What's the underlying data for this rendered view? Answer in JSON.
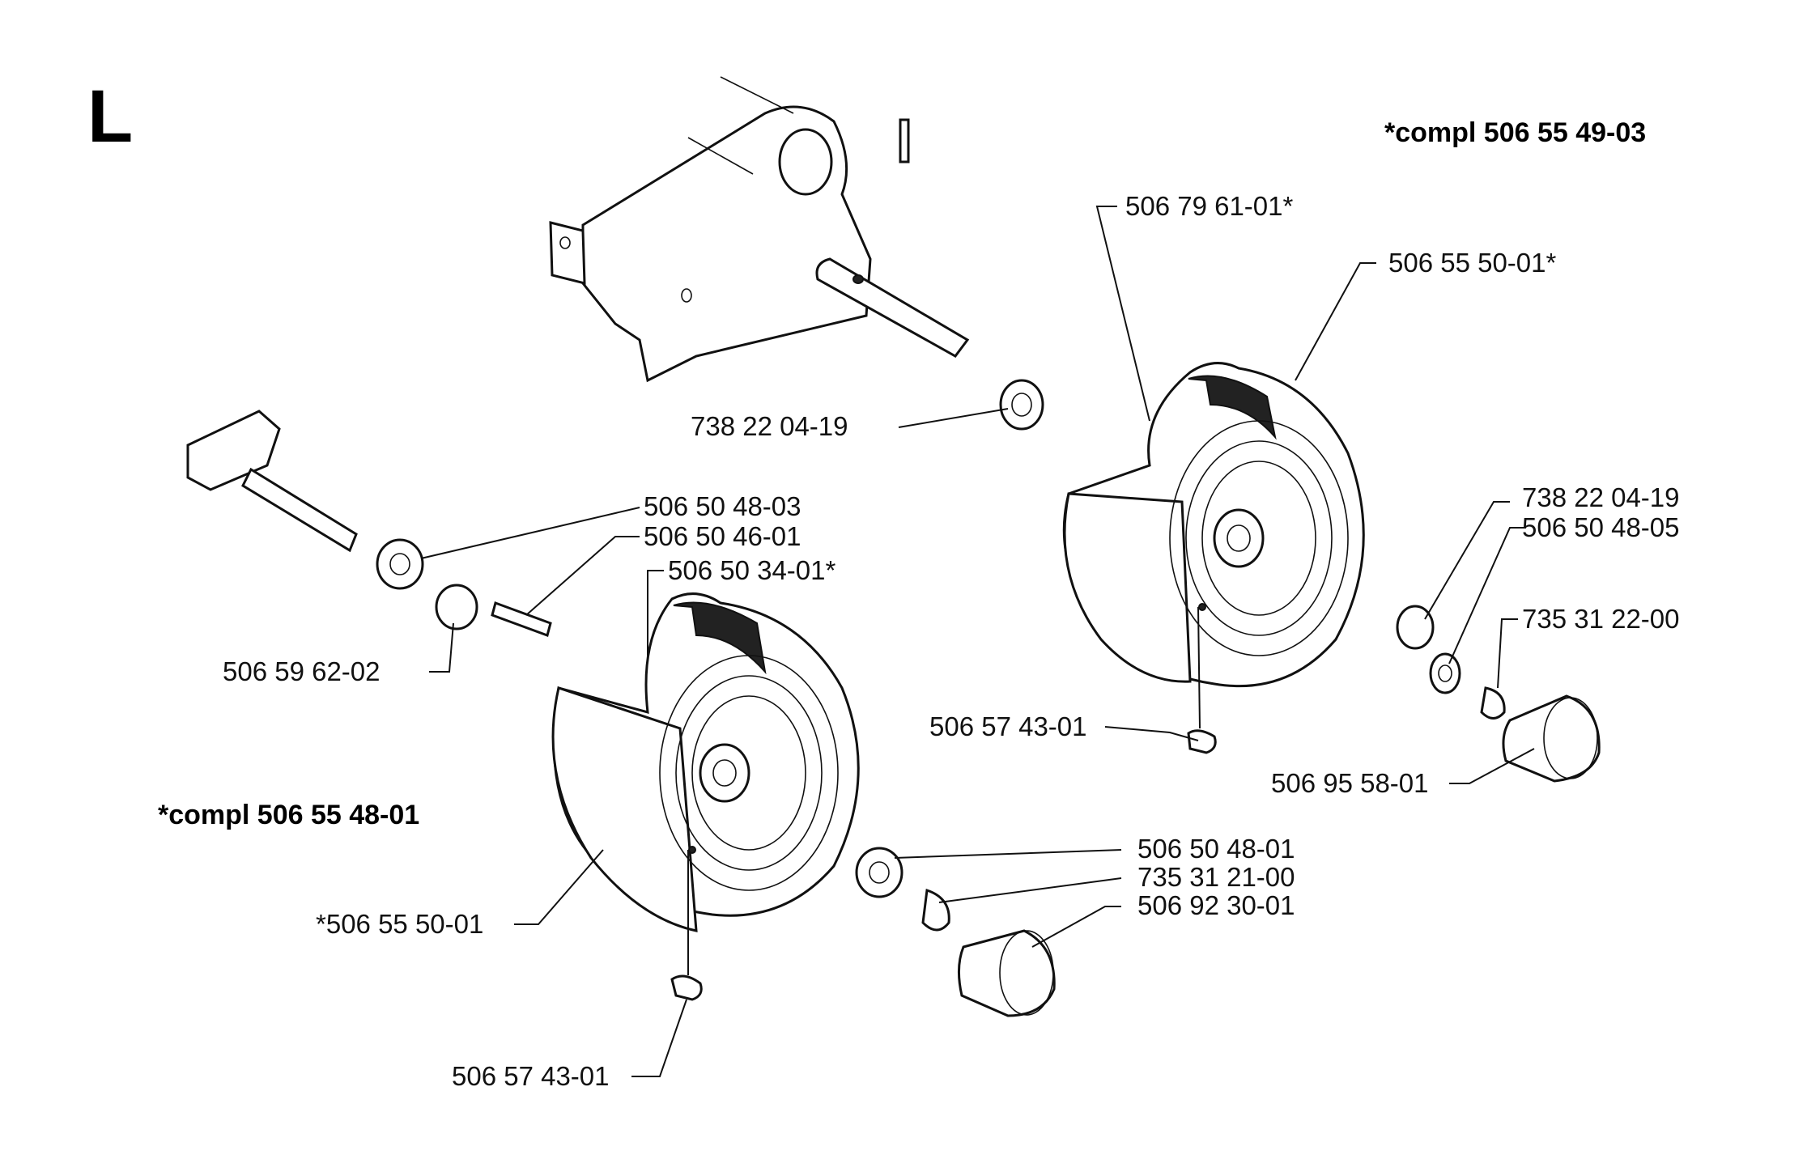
{
  "section_letter": "L",
  "assemblies": {
    "right": "*compl 506 55 49-03",
    "left": "*compl 506 55 48-01"
  },
  "parts": {
    "p_738_upper": "738 22 04-19",
    "p_506_79_61": "506 79 61-01*",
    "p_506_55_50_r": "506 55 50-01*",
    "p_738_right": "738 22 04-19",
    "p_506_50_48_05": "506 50 48-05",
    "p_735_31_22": "735 31 22-00",
    "p_506_57_43_r": "506 57 43-01",
    "p_506_95_58": "506 95 58-01",
    "p_506_50_48_03": "506 50 48-03",
    "p_506_50_46": "506 50 46-01",
    "p_506_50_34": "506 50 34-01*",
    "p_506_59_62": "506 59 62-02",
    "p_506_50_48_01": "506 50 48-01",
    "p_735_31_21": "735 31 21-00",
    "p_506_92_30": "506 92 30-01",
    "p_506_55_50_l": "*506 55 50-01",
    "p_506_57_43_l": "506 57 43-01"
  }
}
